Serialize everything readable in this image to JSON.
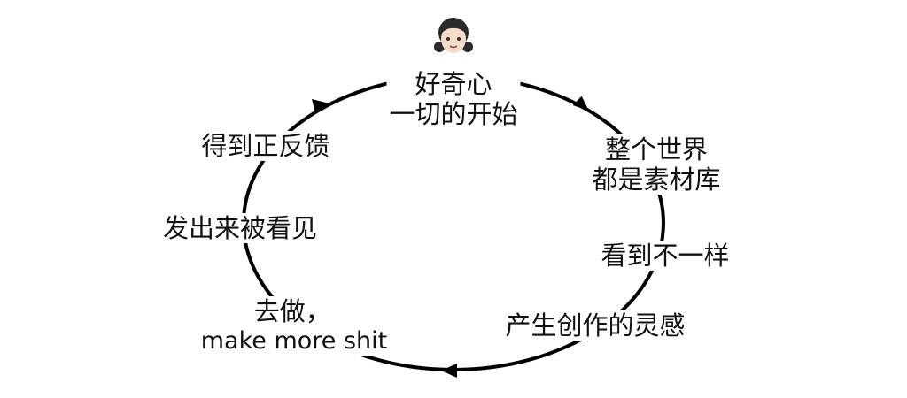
{
  "diagram": {
    "avatar_icon": "girl-emoji",
    "nodes": [
      {
        "id": "curiosity",
        "lines": [
          "好奇心",
          "一切的开始"
        ]
      },
      {
        "id": "world",
        "lines": [
          "整个世界",
          "都是素材库"
        ]
      },
      {
        "id": "see-different",
        "lines": [
          "看到不一样"
        ]
      },
      {
        "id": "inspiration",
        "lines": [
          "产生创作的灵感"
        ]
      },
      {
        "id": "do",
        "lines": [
          "去做，",
          "make more shit"
        ]
      },
      {
        "id": "publish",
        "lines": [
          "发出来被看见"
        ]
      },
      {
        "id": "feedback",
        "lines": [
          "得到正反馈"
        ]
      }
    ],
    "colors": {
      "line": "#000000",
      "text": "#111111"
    }
  }
}
